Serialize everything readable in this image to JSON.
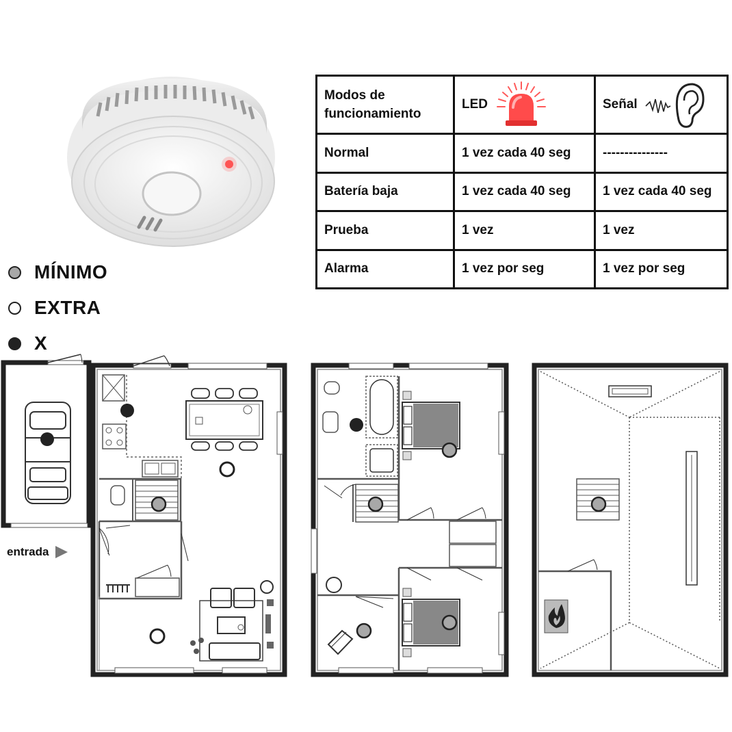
{
  "table": {
    "header": {
      "col1_line1": "Modos de",
      "col1_line2": "funcionamiento",
      "col2": "LED",
      "col3": "Señal"
    },
    "rows": [
      {
        "mode": "Normal",
        "led": "1 vez cada 40 seg",
        "signal": "---------------"
      },
      {
        "mode": "Batería baja",
        "led": "1 vez cada 40 seg",
        "signal": "1 vez cada 40 seg"
      },
      {
        "mode": "Prueba",
        "led": "1 vez",
        "signal": "1 vez"
      },
      {
        "mode": "Alarma",
        "led": "1 vez por seg",
        "signal": "1 vez por seg"
      }
    ]
  },
  "legend": [
    {
      "label": "MÍNIMO",
      "color": "#a8a8a8"
    },
    {
      "label": "EXTRA",
      "color": "#ffffff"
    },
    {
      "label": "X",
      "color": "#222222"
    }
  ],
  "entrance_label": "entrada",
  "icons": {
    "led": "red-siren-icon",
    "signal": "ear-sound-icon",
    "fire": "fire-icon"
  }
}
